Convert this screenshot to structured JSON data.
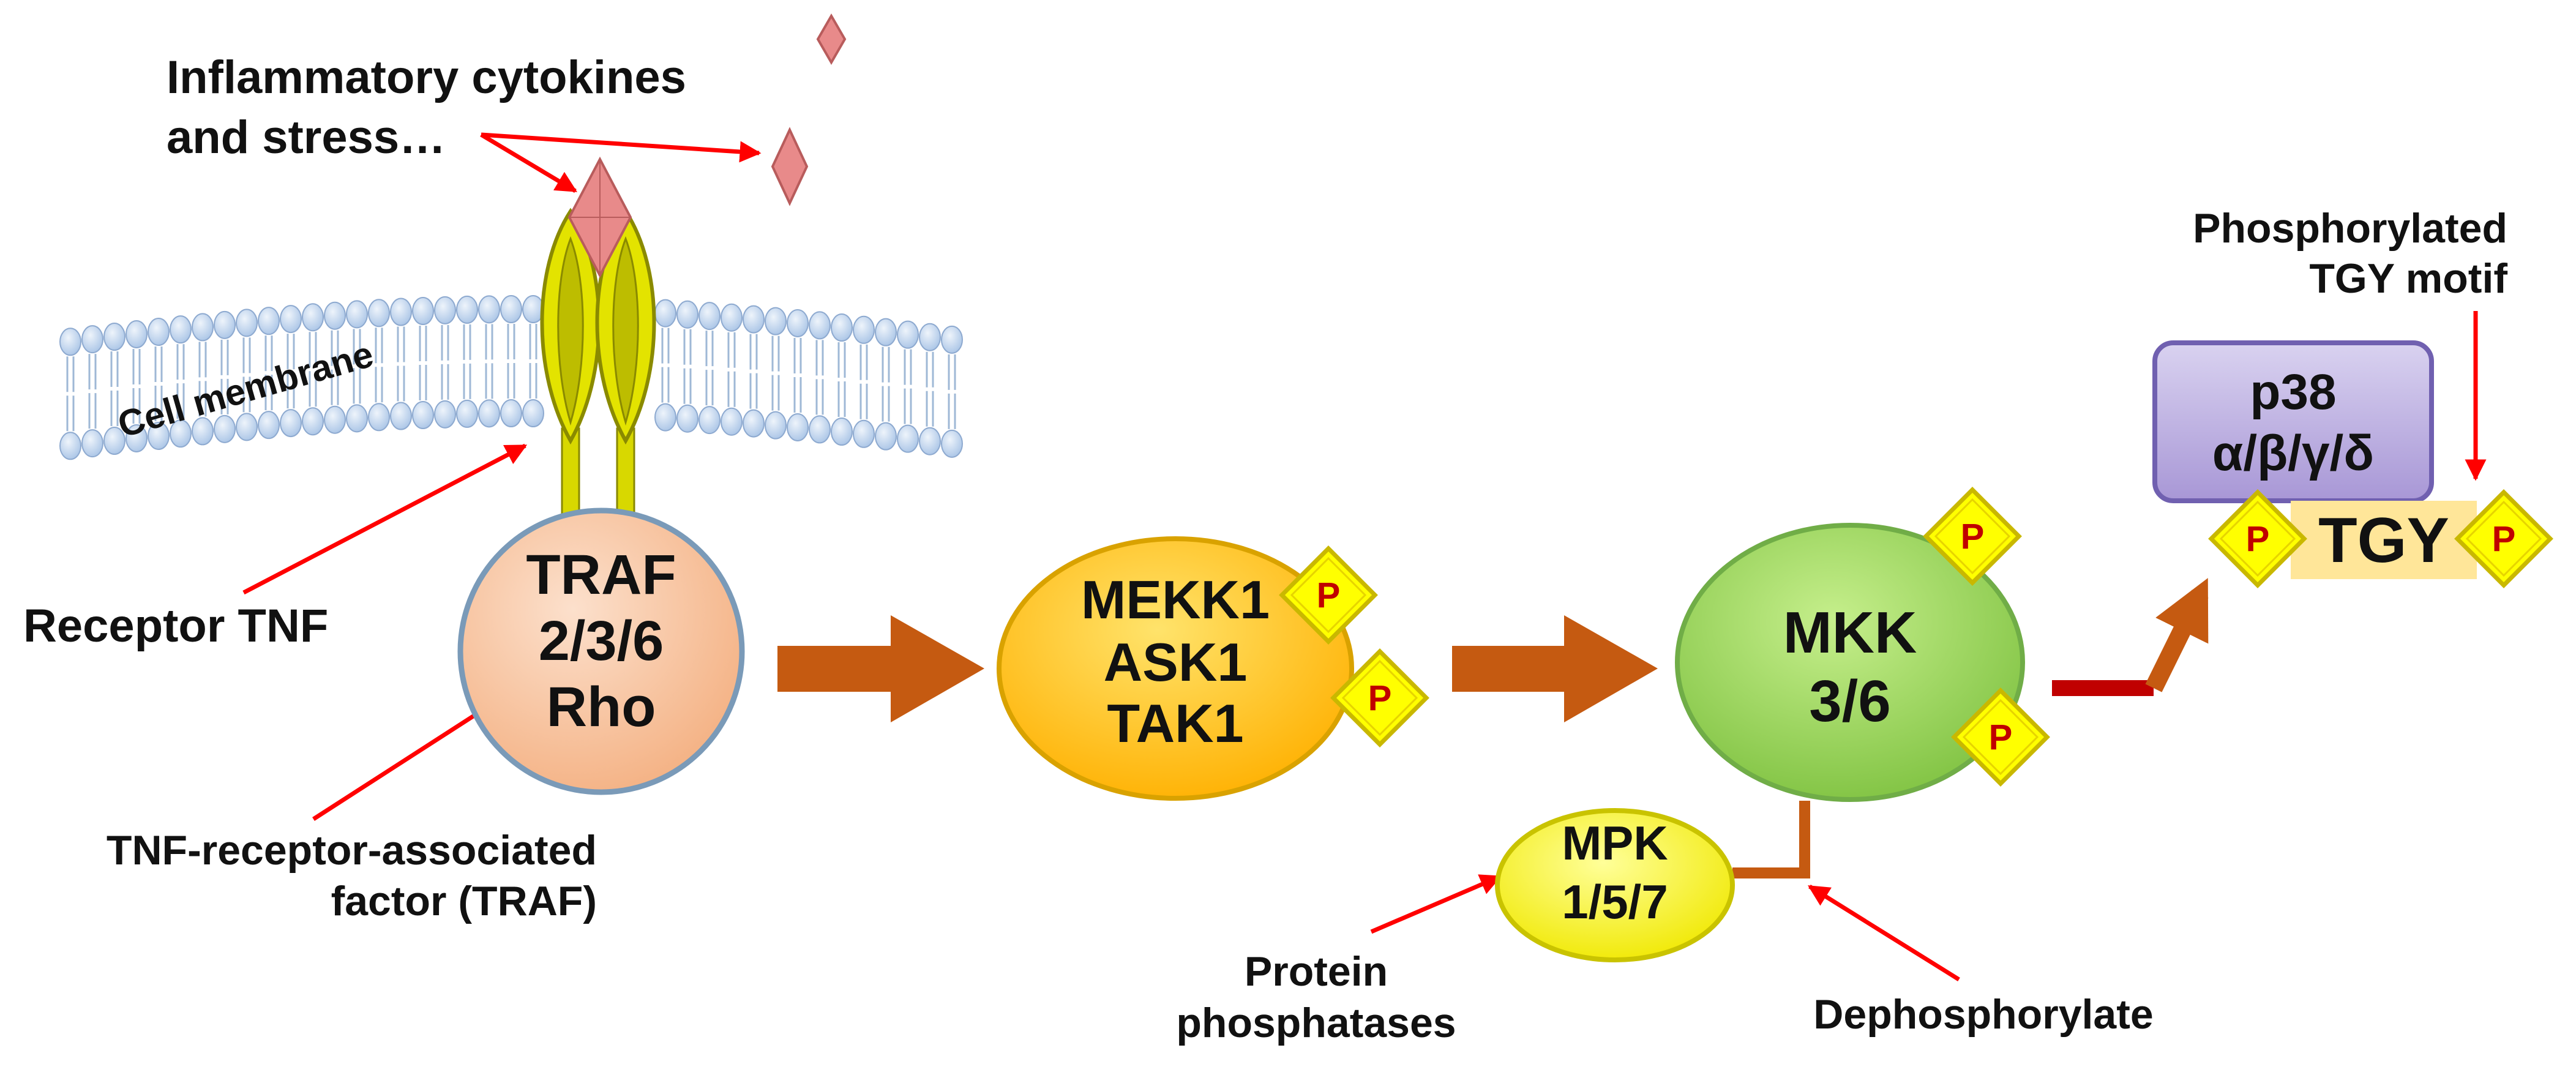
{
  "labels": {
    "cytokines_line1": "Inflammatory cytokines",
    "cytokines_line2": "and stress…",
    "cell_membrane": "Cell membrane",
    "receptor_tnf": "Receptor TNF",
    "traf_desc_line1": "TNF-receptor-associated",
    "traf_desc_line2": "factor (TRAF)",
    "phosphorylated_line1": "Phosphorylated",
    "phosphorylated_line2": "TGY motif",
    "protein_line1": "Protein",
    "protein_line2": "phosphatases",
    "dephosphorylate": "Dephosphorylate"
  },
  "nodes": {
    "traf": [
      "TRAF",
      "2/3/6",
      "Rho"
    ],
    "mekk": [
      "MEKK1",
      "ASK1",
      "TAK1"
    ],
    "mkk": [
      "MKK",
      "3/6"
    ],
    "mpk": [
      "MPK",
      "1/5/7"
    ],
    "p38": [
      "p38",
      "α/β/γ/δ"
    ],
    "tgy": "TGY"
  },
  "phospho_label": "P",
  "colors": {
    "traf": "#f4b183",
    "mekk": "#ffc000",
    "mkk": "#92d050",
    "mpk": "#ffff00",
    "p38": "#b4a7d6",
    "tgy_box": "#ffe699",
    "phospho": "#ffff00",
    "flow_arrow": "#c55a11",
    "annotation_arrow": "#ff0000",
    "ligand": "#e88a8a",
    "receptor": "#d8d800",
    "membrane": "#bdd7ee"
  }
}
